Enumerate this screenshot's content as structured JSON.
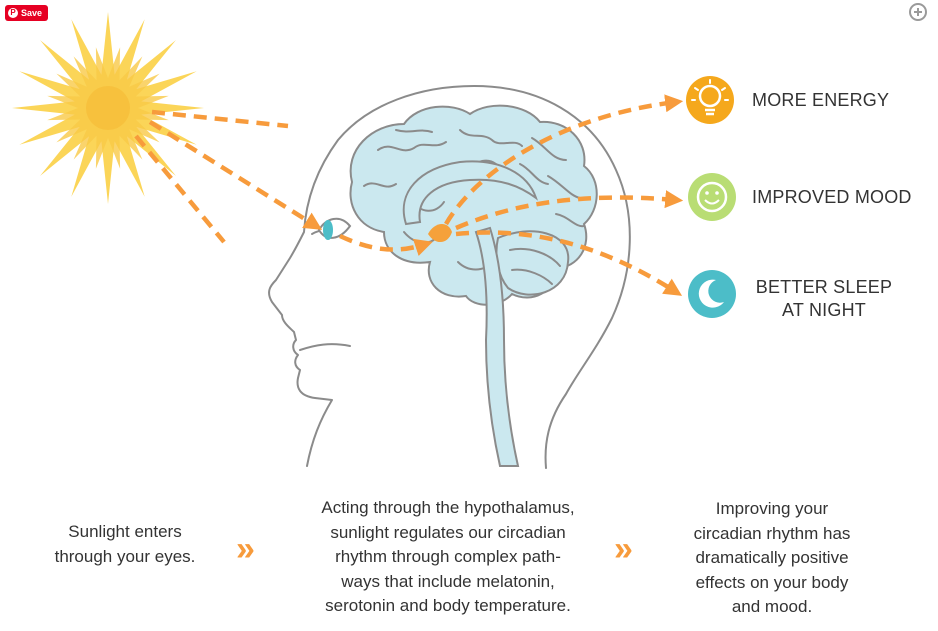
{
  "toolbar": {
    "save_label": "Save"
  },
  "benefits": [
    {
      "label": "MORE ENERGY",
      "icon": "lightbulb-icon",
      "color": "#f5a81c"
    },
    {
      "label": "IMPROVED MOOD",
      "icon": "smiley-icon",
      "color": "#b9dd74"
    },
    {
      "label": "BETTER SLEEP\nAT NIGHT",
      "icon": "moon-icon",
      "color": "#4cbdc8"
    }
  ],
  "steps": [
    "Sunlight enters\nthrough your eyes.",
    "Acting through the hypothalamus,\nsunlight regulates our circadian\nrhythm through complex path-\nways that include melatonin,\nserotonin and body temperature.",
    "Improving your\ncircadian rhythm has\ndramatically positive\neffects on your body\nand mood."
  ],
  "separator_glyph": "»",
  "colors": {
    "sun": "#fbd046",
    "sun_core": "#f8c43c",
    "arrow": "#f79b3c",
    "brain_fill": "#cbe8ef",
    "outline": "#8b8b8b",
    "pituitary": "#f5a13b"
  }
}
